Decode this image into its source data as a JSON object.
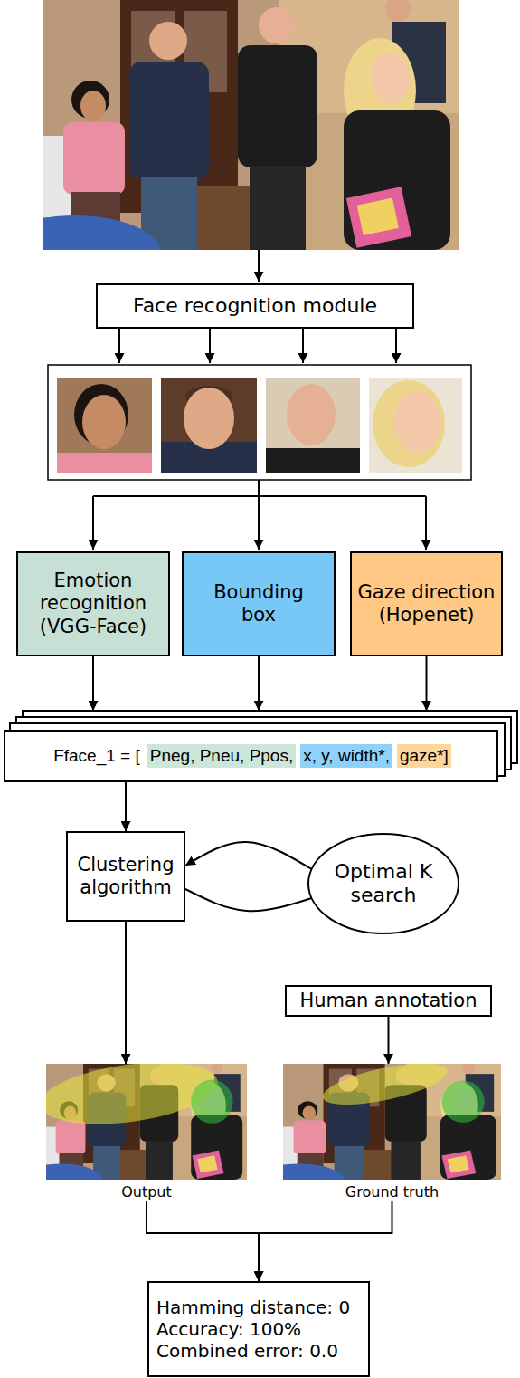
{
  "diagram": {
    "nodes": [
      {
        "text": [
          "Face recognition module"
        ]
      },
      {
        "text": [
          "Emotion recognition (VGG-Face)"
        ]
      },
      {
        "text": [
          "Bounding box"
        ]
      },
      {
        "text": [
          "Gaze direction (Hopenet)"
        ]
      },
      {
        "text": [
          "Fface_1 = [",
          "Pneg, Pneu, Ppos,",
          "x, y, width*,",
          "gaze*]"
        ]
      },
      {
        "text": [
          "Clustering algorithm"
        ]
      },
      {
        "text": [
          "Optimal K search"
        ]
      },
      {
        "text": [
          "Human annotation"
        ]
      },
      {
        "text": [
          "Output"
        ]
      },
      {
        "text": [
          "Ground truth"
        ]
      },
      {
        "text": [
          "Hamming distance: 0",
          "Accuracy: 100%",
          "Combined error: 0.0"
        ]
      }
    ],
    "edges": [
      {
        "from": 1,
        "to": 4,
        "arrow": "to"
      },
      {
        "from": 2,
        "to": 4,
        "arrow": "to"
      },
      {
        "from": 3,
        "to": 4,
        "arrow": "to"
      },
      {
        "from": 4,
        "to": 5,
        "arrow": "to"
      },
      {
        "from": 6,
        "to": 5,
        "arrow": "to"
      },
      {
        "from": 5,
        "to": 6,
        "arrow": "none"
      },
      {
        "from": 5,
        "to": 8,
        "arrow": "to"
      },
      {
        "from": 7,
        "to": 9,
        "arrow": "to"
      },
      {
        "from": 8,
        "to": 10,
        "arrow": "to"
      },
      {
        "from": 9,
        "to": 10,
        "arrow": "to"
      }
    ]
  }
}
